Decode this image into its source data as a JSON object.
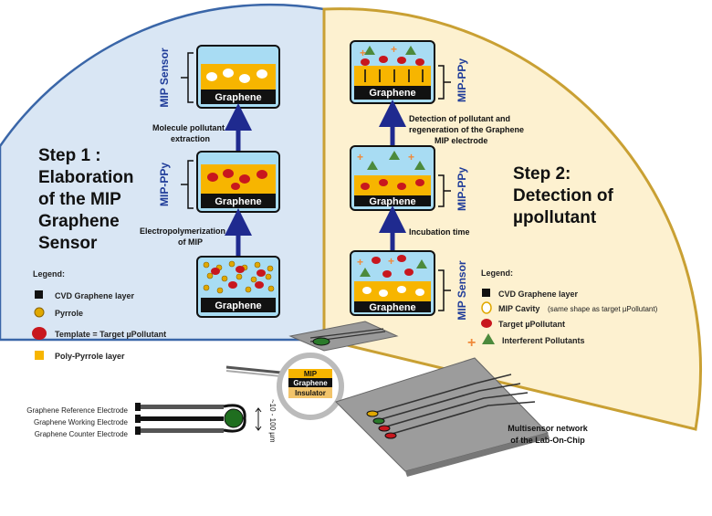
{
  "step1": {
    "title_lines": [
      "Step 1 :",
      "Elaboration",
      "of the MIP",
      "Graphene",
      "Sensor"
    ],
    "label_mip_sensor": "MIP Sensor",
    "label_mip_ppy": "MIP-PPy",
    "arrow_label_extraction_1": "Molecule pollutant",
    "arrow_label_extraction_2": "extraction",
    "arrow_label_electro_1": "Electropolymerization",
    "arrow_label_electro_2": "of MIP",
    "legend": {
      "title": "Legend:",
      "items": [
        "CVD Graphene layer",
        "Pyrrole",
        "Template = Target µPollutant",
        "Poly-Pyrrole layer"
      ]
    }
  },
  "step2": {
    "title_lines": [
      "Step 2:",
      "Detection of",
      "µpollutant"
    ],
    "label_mip_ppy": "MIP-PPy",
    "label_mip_sensor": "MIP Sensor",
    "arrow_label_detection_1": "Detection of pollutant and",
    "arrow_label_detection_2": "regeneration of the Graphene",
    "arrow_label_detection_3": "MIP electrode",
    "arrow_label_incubation": "Incubation time",
    "legend": {
      "title": "Legend:",
      "items": [
        "CVD Graphene layer",
        "MIP Cavity",
        "(same shape as target µPollutant)",
        "Target µPollutant",
        "Interferent Pollutants"
      ]
    }
  },
  "graphene_label": "Graphene",
  "chip": {
    "zoom_labels": [
      "MIP",
      "Graphene",
      "Insulator"
    ],
    "electrodes": [
      "Graphene Reference Electrode",
      "Graphene Working Electrode",
      "Graphene Counter Electrode"
    ],
    "dimension": "~10 - 100 µm",
    "network_label_1": "Multisensor network",
    "network_label_2": "of the Lab-On-Chip"
  },
  "colors": {
    "step1_bg": "#d9e6f4",
    "step2_bg": "#fdf1d0",
    "step2_border": "#c9a033",
    "step1_border": "#3a66a8",
    "ppy_layer": "#f7b500",
    "water": "#a8dcf3",
    "template": "#c8171e",
    "interferent_cross": "#f08a3a",
    "interferent_triangle": "#4c8a3c",
    "arrow": "#1f2a8f"
  }
}
